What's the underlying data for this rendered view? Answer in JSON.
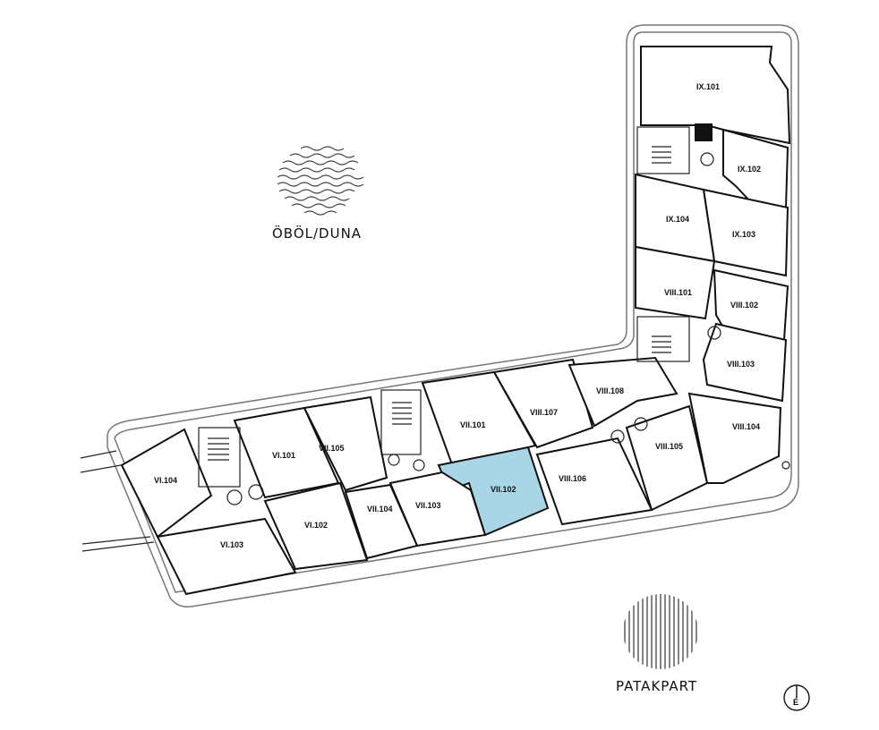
{
  "landmarks": {
    "north": "ÖBÖL/DUNA",
    "south": "PATAKPART"
  },
  "highlight_color": "#a9d6e6",
  "units": [
    {
      "id": "IX.101"
    },
    {
      "id": "IX.102"
    },
    {
      "id": "IX.103"
    },
    {
      "id": "IX.104"
    },
    {
      "id": "VIII.101"
    },
    {
      "id": "VIII.102"
    },
    {
      "id": "VIII.103"
    },
    {
      "id": "VIII.104"
    },
    {
      "id": "VIII.105"
    },
    {
      "id": "VIII.106"
    },
    {
      "id": "VIII.107"
    },
    {
      "id": "VIII.108"
    },
    {
      "id": "VII.101"
    },
    {
      "id": "VII.102",
      "highlighted": true
    },
    {
      "id": "VII.103"
    },
    {
      "id": "VII.104"
    },
    {
      "id": "VII.105"
    },
    {
      "id": "VI.101"
    },
    {
      "id": "VI.102"
    },
    {
      "id": "VI.103"
    },
    {
      "id": "VI.104"
    }
  ],
  "compass_icon": "compass-icon",
  "compass_letter": "É"
}
